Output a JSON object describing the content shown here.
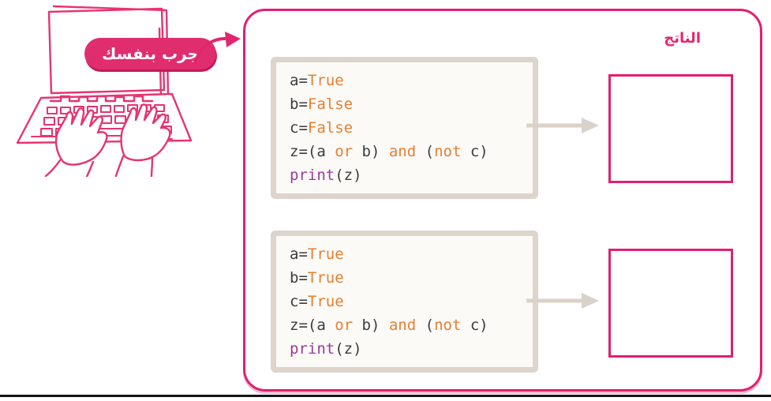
{
  "colors": {
    "pink_border": "#e31e70",
    "badge_pink": "#e02d6d",
    "code_keyword_orange": "#e87e2f",
    "code_function_purple": "#9b3a96",
    "code_plain_dark": "#3c3c3c",
    "code_box_border_beige": "#ddd5cc",
    "code_box_fill": "#fbfaf7",
    "flow_arrow_gray": "#d9d2c8"
  },
  "icons": {
    "laptop": "laptop-typing-hands-illustration",
    "curved_arrow": "curved-right-arrow",
    "flow_arrow": "right-arrow"
  },
  "badge": {
    "label": "جرب بنفسك"
  },
  "panel": {
    "output_label": "الناتج",
    "exercises": [
      {
        "code_lines": [
          [
            {
              "text": "a=",
              "style": "plain"
            },
            {
              "text": "True",
              "style": "keyword"
            }
          ],
          [
            {
              "text": "b=",
              "style": "plain"
            },
            {
              "text": "False",
              "style": "keyword"
            }
          ],
          [
            {
              "text": "c=",
              "style": "plain"
            },
            {
              "text": "False",
              "style": "keyword"
            }
          ],
          [
            {
              "text": "z=(a ",
              "style": "plain"
            },
            {
              "text": "or",
              "style": "keyword"
            },
            {
              "text": " b) ",
              "style": "plain"
            },
            {
              "text": "and",
              "style": "keyword"
            },
            {
              "text": " (",
              "style": "plain"
            },
            {
              "text": "not",
              "style": "keyword"
            },
            {
              "text": " c)",
              "style": "plain"
            }
          ],
          [
            {
              "text": "print",
              "style": "function"
            },
            {
              "text": "(z)",
              "style": "plain"
            }
          ]
        ],
        "answer_value": ""
      },
      {
        "code_lines": [
          [
            {
              "text": "a=",
              "style": "plain"
            },
            {
              "text": "True",
              "style": "keyword"
            }
          ],
          [
            {
              "text": "b=",
              "style": "plain"
            },
            {
              "text": "True",
              "style": "keyword"
            }
          ],
          [
            {
              "text": "c=",
              "style": "plain"
            },
            {
              "text": "True",
              "style": "keyword"
            }
          ],
          [
            {
              "text": "z=(a ",
              "style": "plain"
            },
            {
              "text": "or",
              "style": "keyword"
            },
            {
              "text": " b) ",
              "style": "plain"
            },
            {
              "text": "and",
              "style": "keyword"
            },
            {
              "text": " (",
              "style": "plain"
            },
            {
              "text": "not",
              "style": "keyword"
            },
            {
              "text": " c)",
              "style": "plain"
            }
          ],
          [
            {
              "text": "print",
              "style": "function"
            },
            {
              "text": "(z)",
              "style": "plain"
            }
          ]
        ],
        "answer_value": ""
      }
    ]
  }
}
